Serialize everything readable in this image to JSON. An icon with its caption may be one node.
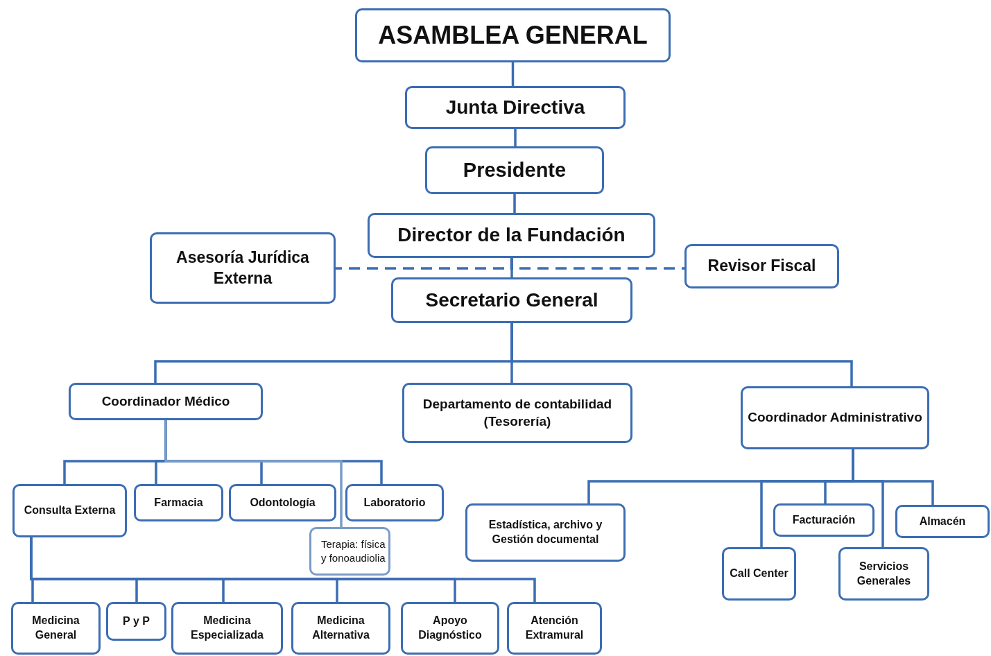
{
  "diagram": {
    "nodes": [
      {
        "text": [
          "ASAMBLEA GENERAL"
        ]
      },
      {
        "text": [
          "Junta Directiva"
        ]
      },
      {
        "text": [
          "Presidente"
        ]
      },
      {
        "text": [
          "Director de la Fundación"
        ]
      },
      {
        "text": [
          "Asesoría Jurídica Externa"
        ]
      },
      {
        "text": [
          "Revisor Fiscal"
        ]
      },
      {
        "text": [
          "Secretario General"
        ]
      },
      {
        "text": [
          "Coordinador Médico"
        ]
      },
      {
        "text": [
          "Departamento de contabilidad (Tesorería)"
        ]
      },
      {
        "text": [
          "Coordinador Administrativo"
        ]
      },
      {
        "text": [
          "Consulta Externa"
        ]
      },
      {
        "text": [
          "Farmacia"
        ]
      },
      {
        "text": [
          "Odontología"
        ]
      },
      {
        "text": [
          "Laboratorio"
        ]
      },
      {
        "text": [
          "Terapia: física y fonoaudiolia"
        ]
      },
      {
        "text": [
          "Estadística, archivo y Gestión documental"
        ]
      },
      {
        "text": [
          "Facturación"
        ]
      },
      {
        "text": [
          "Almacén"
        ]
      },
      {
        "text": [
          "Call Center"
        ]
      },
      {
        "text": [
          "Servicios Generales"
        ]
      },
      {
        "text": [
          "Medicina General"
        ]
      },
      {
        "text": [
          "P y P"
        ]
      },
      {
        "text": [
          "Medicina Especializada"
        ]
      },
      {
        "text": [
          "Medicina Alternativa"
        ]
      },
      {
        "text": [
          "Apoyo Diagnóstico"
        ]
      },
      {
        "text": [
          "Atención Extramural"
        ]
      }
    ],
    "edges": [
      {
        "from": 0,
        "to": 1,
        "arrow": "none"
      },
      {
        "from": 1,
        "to": 2,
        "arrow": "none"
      },
      {
        "from": 2,
        "to": 3,
        "arrow": "none"
      },
      {
        "from": 3,
        "to": 6,
        "arrow": "none"
      },
      {
        "from": 3,
        "to": 4,
        "arrow": "none",
        "style": "dashed"
      },
      {
        "from": 3,
        "to": 5,
        "arrow": "none",
        "style": "dashed"
      },
      {
        "from": 6,
        "to": 7,
        "arrow": "none"
      },
      {
        "from": 6,
        "to": 8,
        "arrow": "none"
      },
      {
        "from": 6,
        "to": 9,
        "arrow": "none"
      },
      {
        "from": 7,
        "to": 10,
        "arrow": "none"
      },
      {
        "from": 7,
        "to": 11,
        "arrow": "none"
      },
      {
        "from": 7,
        "to": 12,
        "arrow": "none"
      },
      {
        "from": 7,
        "to": 13,
        "arrow": "none"
      },
      {
        "from": 7,
        "to": 14,
        "arrow": "none",
        "color": "#7a9cc6"
      },
      {
        "from": 10,
        "to": 20,
        "arrow": "none"
      },
      {
        "from": 10,
        "to": 21,
        "arrow": "none"
      },
      {
        "from": 10,
        "to": 22,
        "arrow": "none"
      },
      {
        "from": 10,
        "to": 23,
        "arrow": "none"
      },
      {
        "from": 10,
        "to": 24,
        "arrow": "none"
      },
      {
        "from": 10,
        "to": 25,
        "arrow": "none"
      },
      {
        "from": 9,
        "to": 15,
        "arrow": "none"
      },
      {
        "from": 9,
        "to": 18,
        "arrow": "none"
      },
      {
        "from": 9,
        "to": 16,
        "arrow": "none"
      },
      {
        "from": 9,
        "to": 19,
        "arrow": "none"
      },
      {
        "from": 9,
        "to": 17,
        "arrow": "none"
      }
    ]
  }
}
